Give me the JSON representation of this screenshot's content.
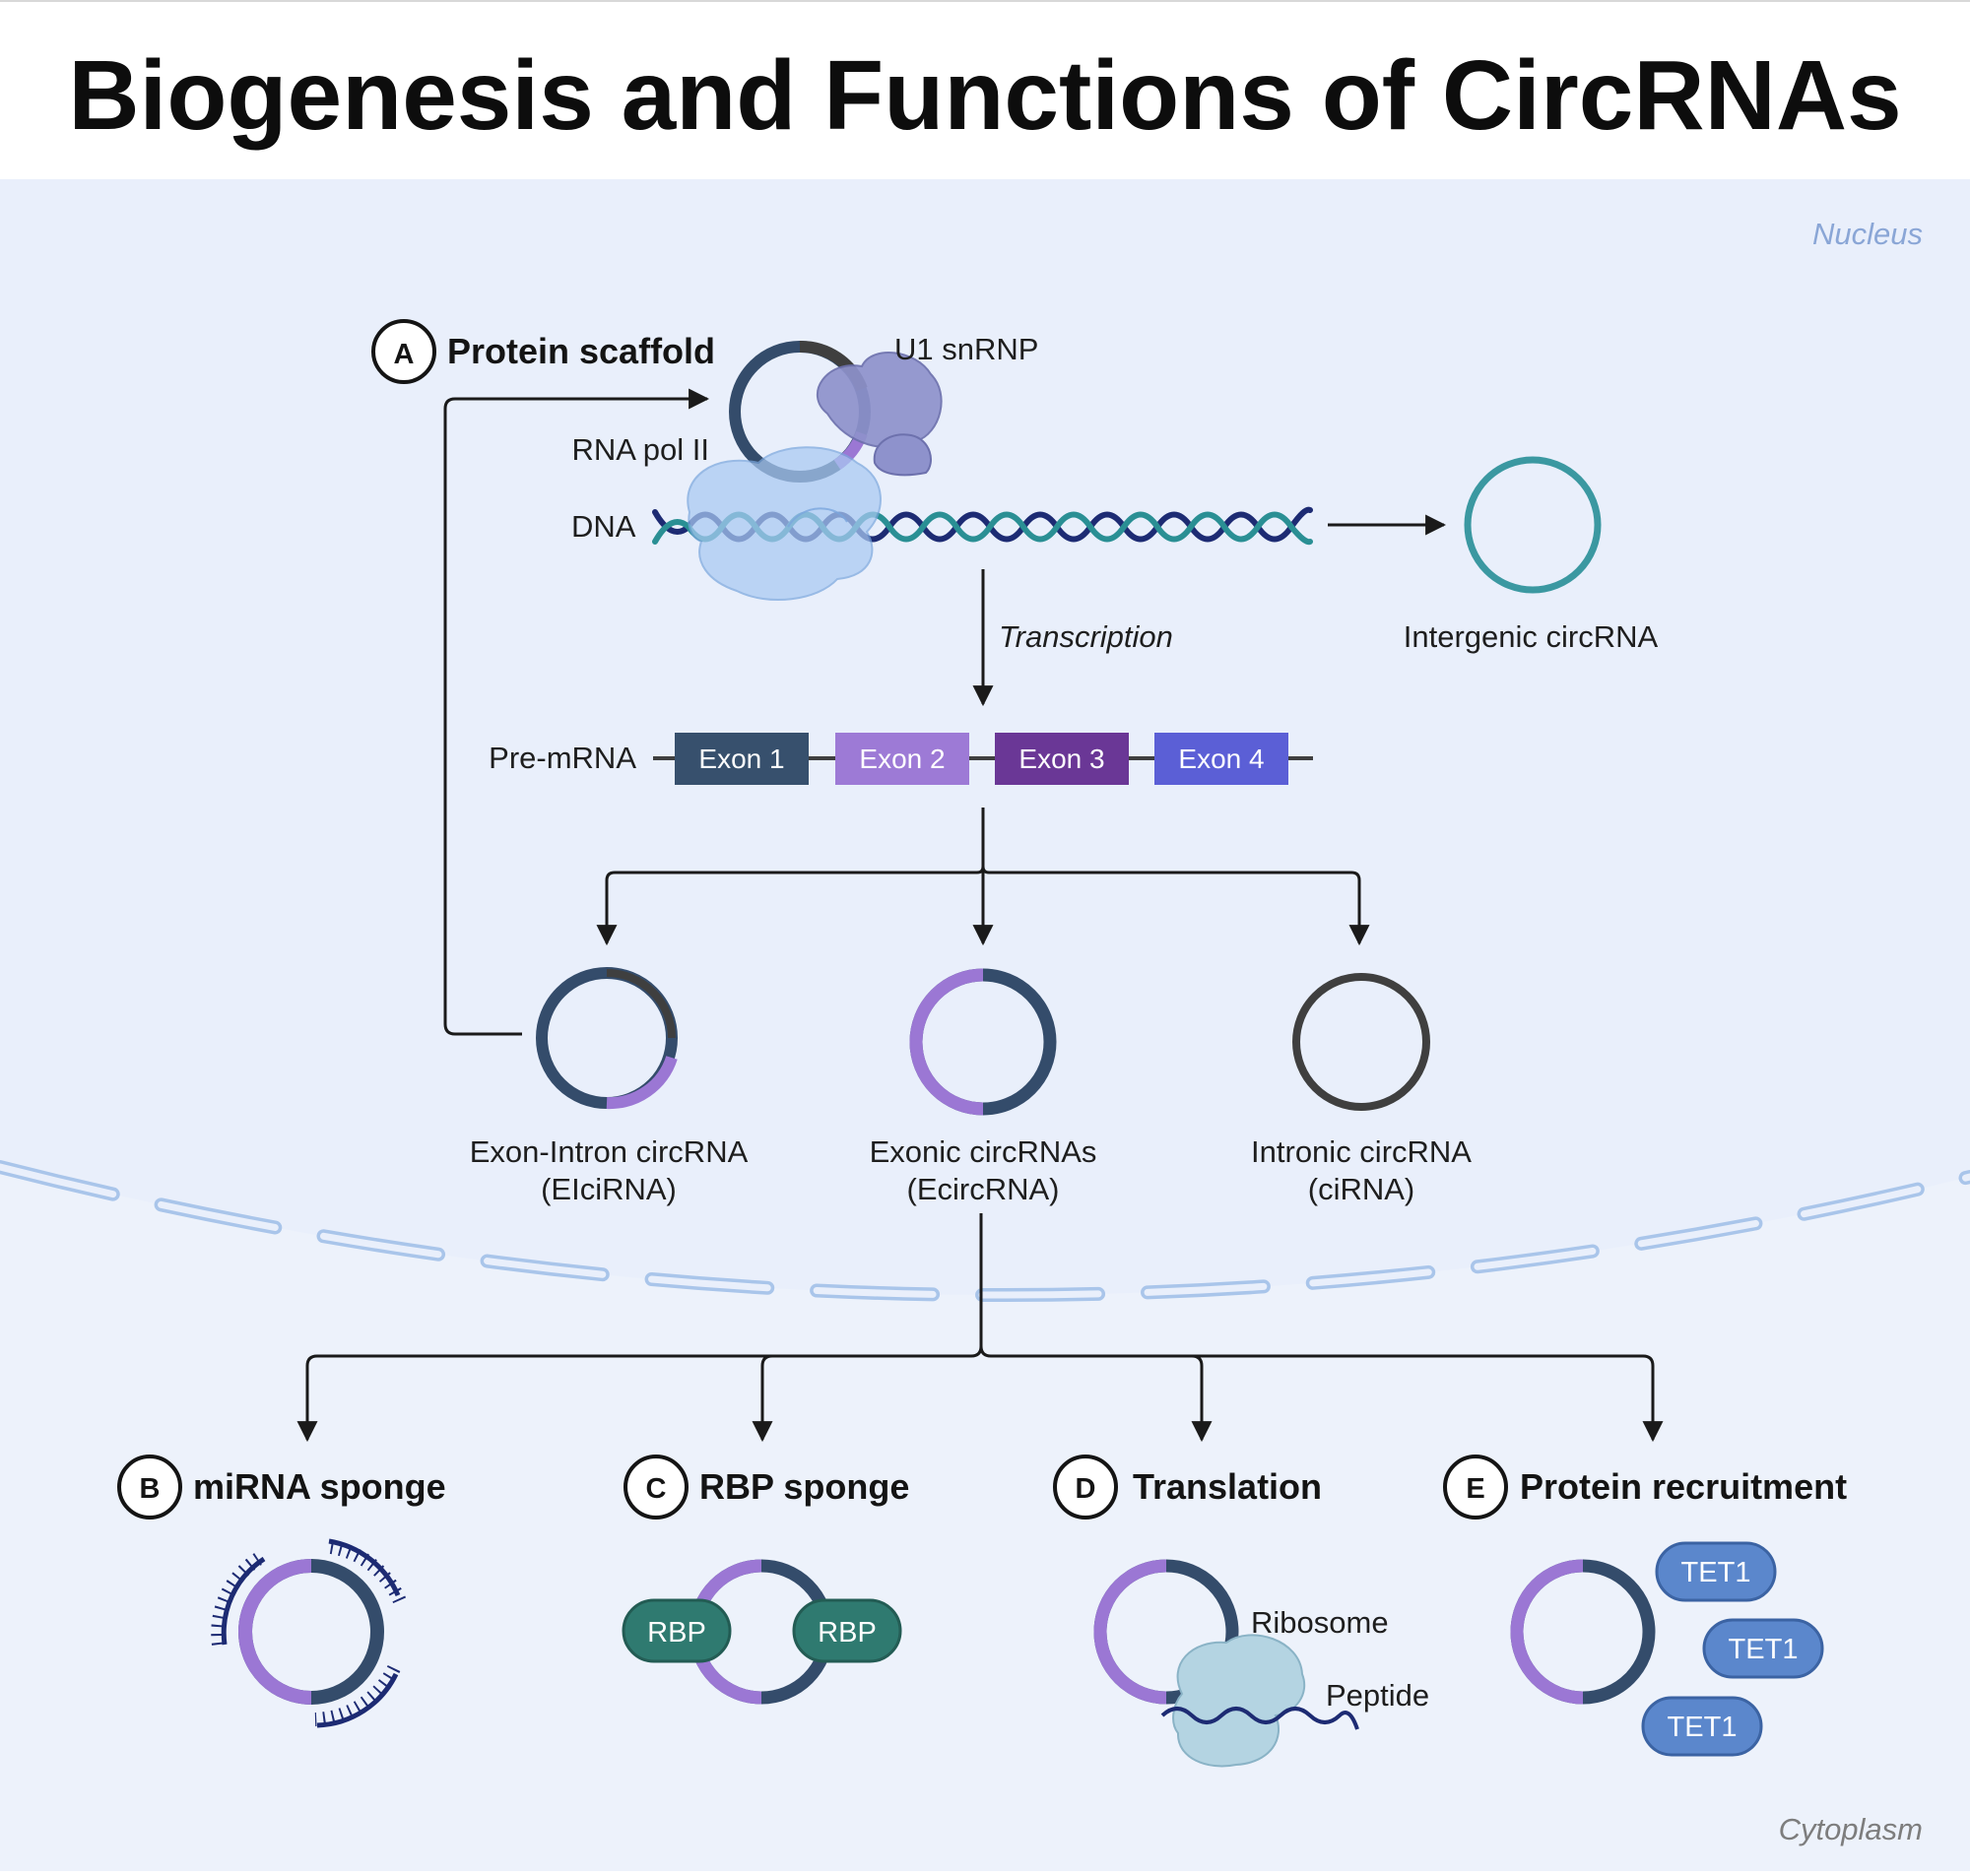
{
  "title": "Biogenesis and Functions of CircRNAs",
  "regions": {
    "nucleus": "Nucleus",
    "cytoplasm": "Cytoplasm"
  },
  "scaffold": {
    "letter": "A",
    "heading": "Protein scaffold"
  },
  "labels": {
    "u1": "U1 snRNP",
    "rnapol": "RNA pol II",
    "dna": "DNA",
    "transcription": "Transcription",
    "intergenic": "Intergenic circRNA",
    "premrna": "Pre-mRNA"
  },
  "exons": [
    "Exon 1",
    "Exon 2",
    "Exon 3",
    "Exon 4"
  ],
  "circ_types": {
    "eicirna": {
      "line1": "Exon-Intron circRNA",
      "line2": "(EIciRNA)"
    },
    "ecircrna": {
      "line1": "Exonic circRNAs",
      "line2": "(EcircRNA)"
    },
    "cirna": {
      "line1": "Intronic circRNA",
      "line2": "(ciRNA)"
    }
  },
  "functions": {
    "b": {
      "letter": "B",
      "heading": "miRNA sponge"
    },
    "c": {
      "letter": "C",
      "heading": "RBP sponge",
      "rbp": "RBP"
    },
    "d": {
      "letter": "D",
      "heading": "Translation",
      "ribosome": "Ribosome",
      "peptide": "Peptide"
    },
    "e": {
      "letter": "E",
      "heading": "Protein recruitment",
      "tet": "TET1"
    }
  },
  "colors": {
    "nucleus_bg": "#e9effb",
    "cytoplasm_bg": "#edf2fb",
    "navy": "#344c6b",
    "purple": "#9b77d4",
    "exon1": "#37506d",
    "exon2": "#9d7ad6",
    "exon3": "#6a3796",
    "exon4": "#5b5fd6",
    "teal_circle": "#3b98a1",
    "rbp_green": "#2f7a70",
    "tet_blue": "#5b87cc",
    "region_label": "#8aa6d6"
  }
}
